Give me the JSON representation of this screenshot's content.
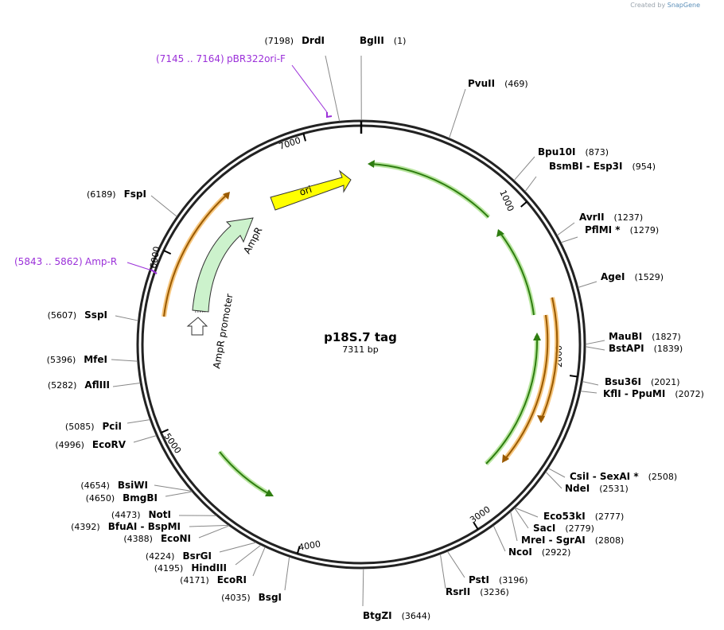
{
  "credit": {
    "prefix": "Created by",
    "brand": "SnapGene"
  },
  "plasmid": {
    "name": "p18S.7 tag",
    "size_label": "7311 bp",
    "length": 7311
  },
  "ticks": [
    "1000",
    "2000",
    "3000",
    "4000",
    "5000",
    "6000",
    "7000"
  ],
  "primers": [
    {
      "name": "pBR322ori-F",
      "range": "(7145 .. 7164)"
    },
    {
      "name": "Amp-R",
      "range": "(5843 .. 5862)"
    }
  ],
  "features": [
    {
      "label": "ori"
    },
    {
      "label": "AmpR"
    },
    {
      "label": "AmpR promoter"
    }
  ],
  "enzymes": [
    {
      "name": "DrdI",
      "pos": "(7198)"
    },
    {
      "name": "BglII",
      "pos": "(1)"
    },
    {
      "name": "PvuII",
      "pos": "(469)"
    },
    {
      "name": "Bpu10I",
      "pos": "(873)"
    },
    {
      "name": "BsmBI  - Esp3I",
      "pos": "(954)"
    },
    {
      "name": "AvrII",
      "pos": "(1237)"
    },
    {
      "name": "PflMI *",
      "pos": "(1279)"
    },
    {
      "name": "AgeI",
      "pos": "(1529)"
    },
    {
      "name": "MauBI",
      "pos": "(1827)"
    },
    {
      "name": "BstAPI",
      "pos": "(1839)"
    },
    {
      "name": "Bsu36I",
      "pos": "(2021)"
    },
    {
      "name": "KflI  - PpuMI",
      "pos": "(2072)"
    },
    {
      "name": "CsiI  - SexAI *",
      "pos": "(2508)"
    },
    {
      "name": "NdeI",
      "pos": "(2531)"
    },
    {
      "name": "Eco53kI",
      "pos": "(2777)"
    },
    {
      "name": "SacI",
      "pos": "(2779)"
    },
    {
      "name": "MreI  - SgrAI",
      "pos": "(2808)"
    },
    {
      "name": "NcoI",
      "pos": "(2922)"
    },
    {
      "name": "PstI",
      "pos": "(3196)"
    },
    {
      "name": "RsrII",
      "pos": "(3236)"
    },
    {
      "name": "BtgZI",
      "pos": "(3644)"
    },
    {
      "name": "BsgI",
      "pos": "(4035)"
    },
    {
      "name": "EcoRI",
      "pos": "(4171)"
    },
    {
      "name": "HindIII",
      "pos": "(4195)"
    },
    {
      "name": "BsrGI",
      "pos": "(4224)"
    },
    {
      "name": "EcoNI",
      "pos": "(4388)"
    },
    {
      "name": "BfuAI  - BspMI",
      "pos": "(4392)"
    },
    {
      "name": "NotI",
      "pos": "(4473)"
    },
    {
      "name": "BmgBI",
      "pos": "(4650)"
    },
    {
      "name": "BsiWI",
      "pos": "(4654)"
    },
    {
      "name": "EcoRV",
      "pos": "(4996)"
    },
    {
      "name": "PciI",
      "pos": "(5085)"
    },
    {
      "name": "AflIII",
      "pos": "(5282)"
    },
    {
      "name": "MfeI",
      "pos": "(5396)"
    },
    {
      "name": "SspI",
      "pos": "(5607)"
    },
    {
      "name": "FspI",
      "pos": "(6189)"
    }
  ],
  "colors": {
    "backbone": "#222222",
    "primer": "#9b30d9",
    "ori": "#ffff00",
    "ampr": "#ccf2cc",
    "orf_green": "#2e7d10",
    "orf_glow": "#a8e088",
    "orf_orange": "#9a5a00",
    "orf_orange_glow": "#f5c070"
  }
}
